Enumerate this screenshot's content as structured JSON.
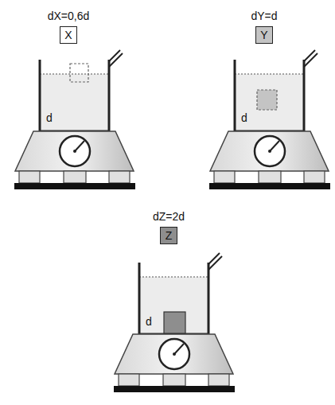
{
  "diagram": {
    "nodes": [
      {
        "text": [
          "dX=0,6d",
          "X"
        ]
      },
      {
        "text": [
          "dY=d",
          "Y"
        ]
      },
      {
        "text": [
          "dZ=2d",
          "Z"
        ]
      }
    ],
    "labels": [
      "d",
      "d",
      "d"
    ]
  }
}
